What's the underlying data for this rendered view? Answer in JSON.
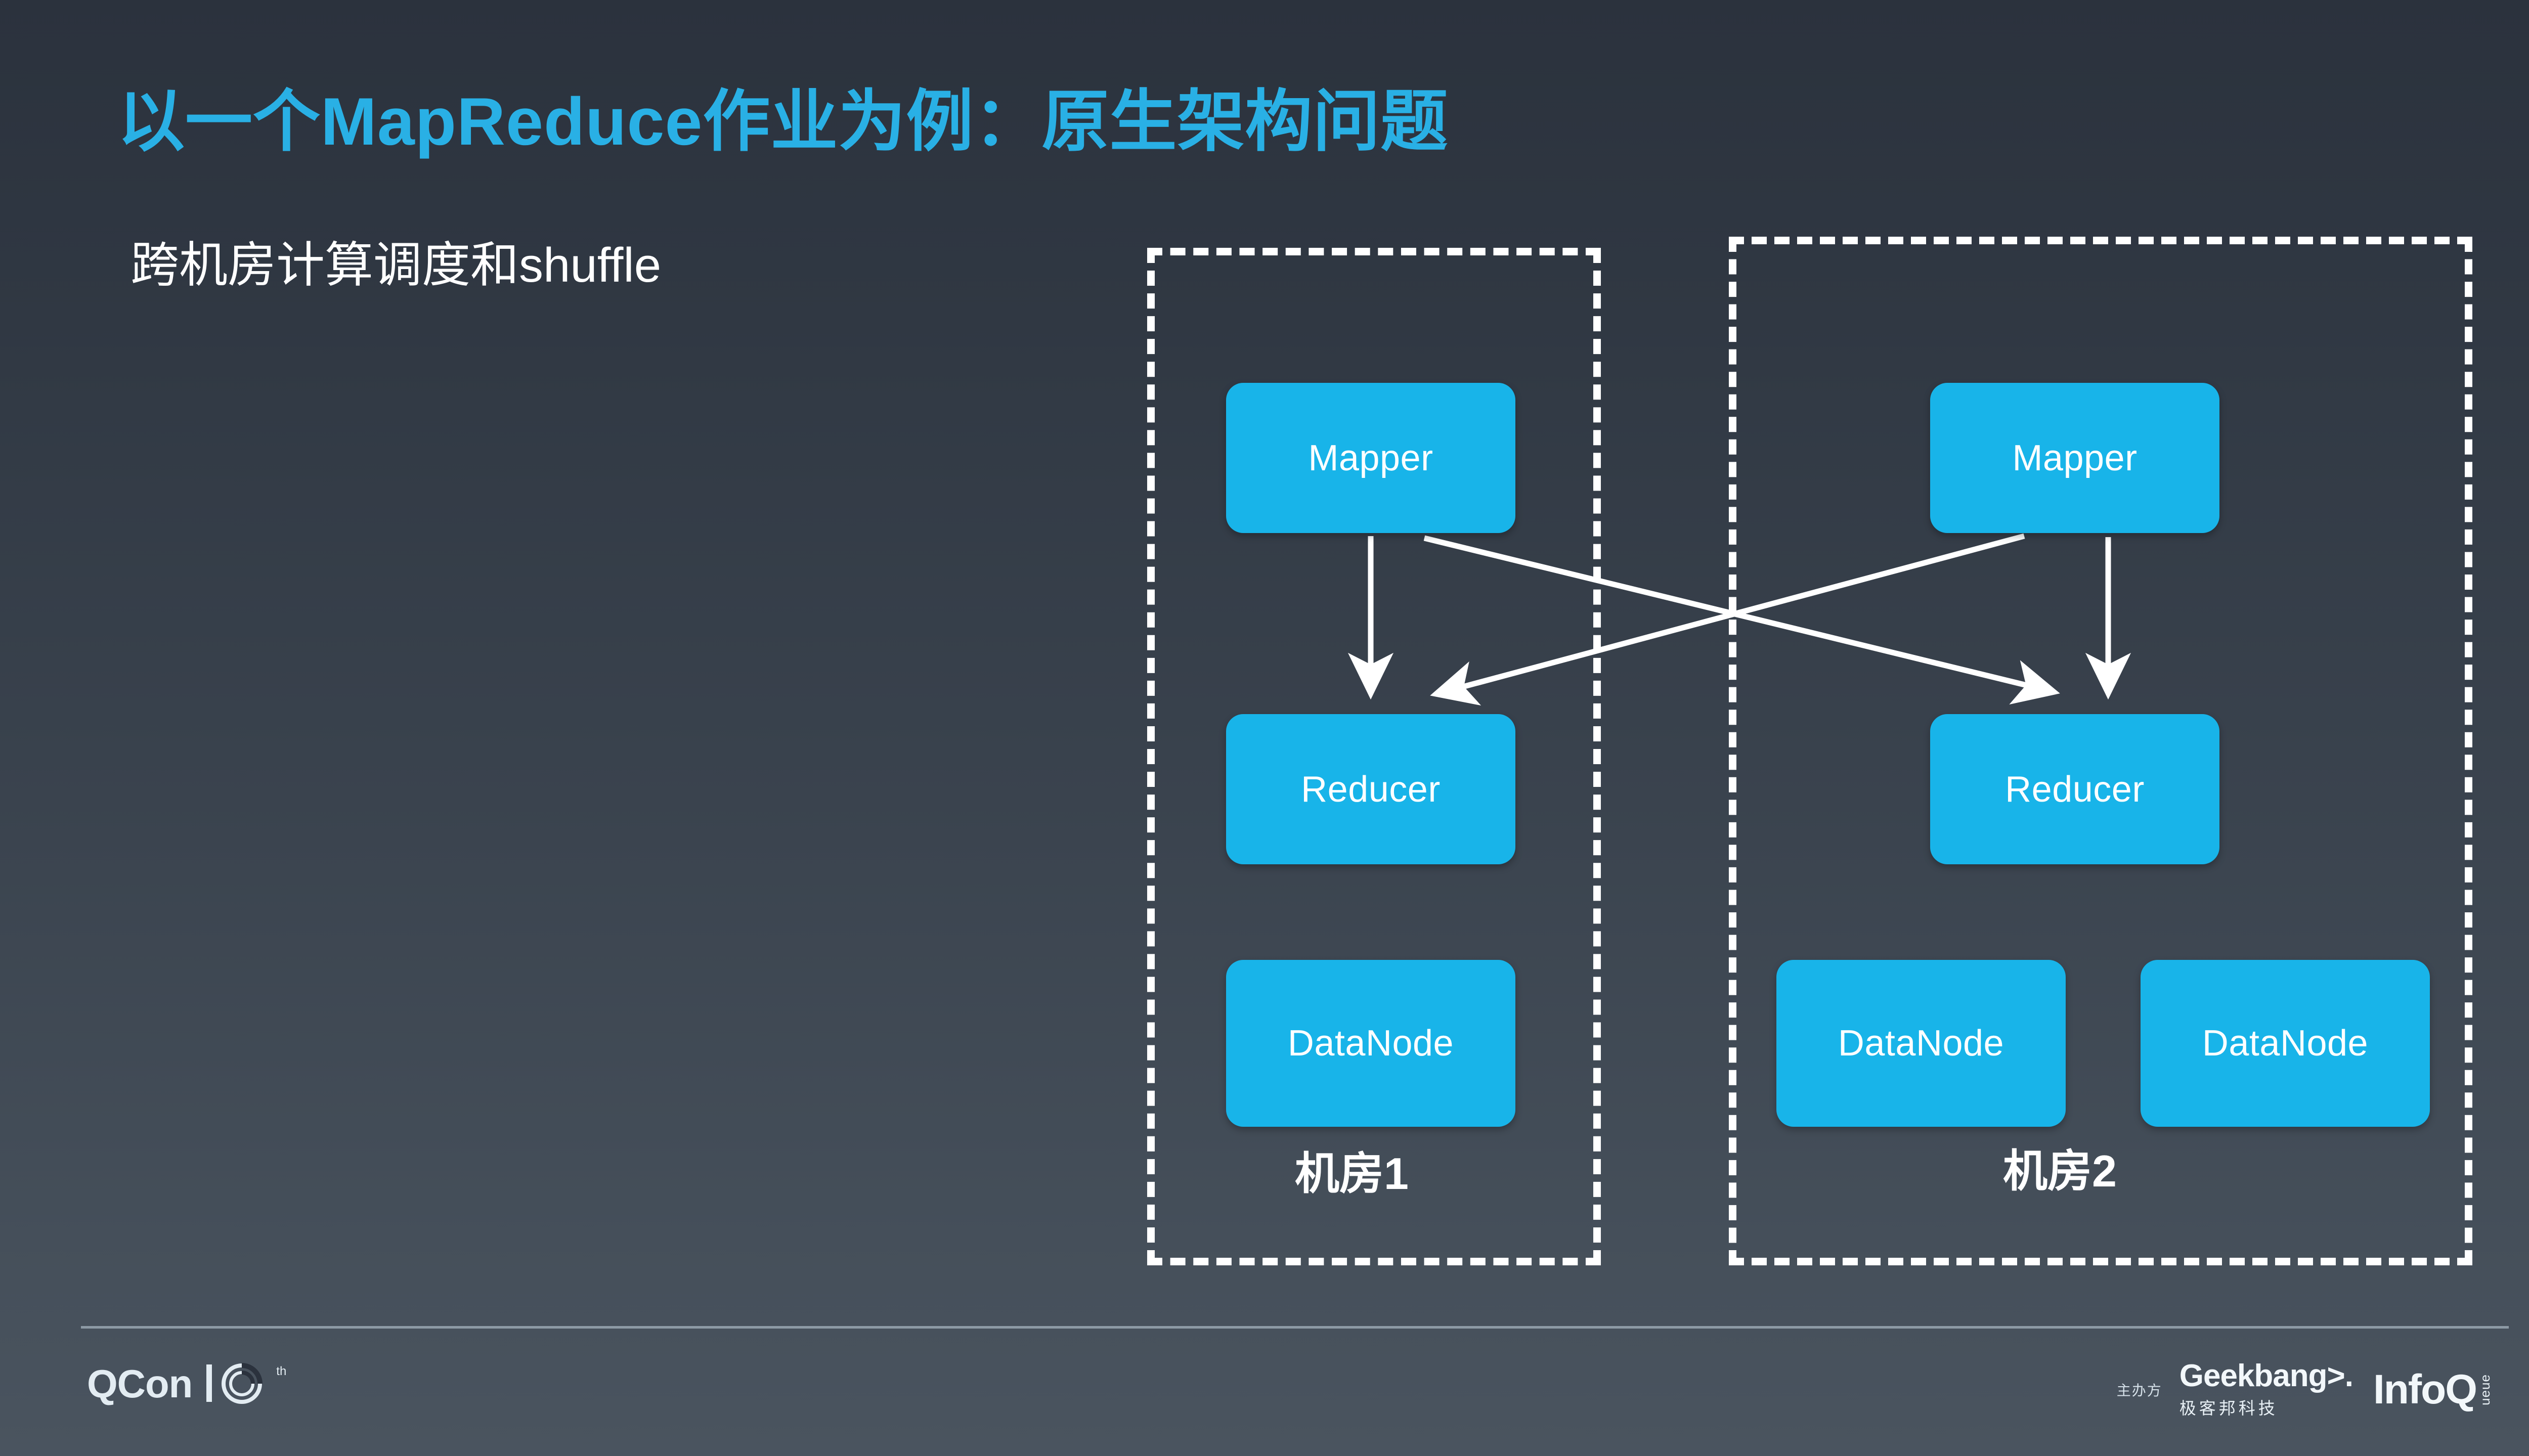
{
  "slide": {
    "title": "以一个MapReduce作业为例：原生架构问题",
    "subtitle": "跨机房计算调度和shuffle",
    "title_color": "#29b0e5",
    "node_color": "#18b4e9",
    "text_color": "#ffffff",
    "background_top": "#2b323d",
    "background_bottom": "#4a545f"
  },
  "diagram": {
    "rooms": [
      {
        "label": "机房1",
        "nodes": [
          {
            "label": "Mapper"
          },
          {
            "label": "Reducer"
          },
          {
            "label": "DataNode"
          }
        ]
      },
      {
        "label": "机房2",
        "nodes": [
          {
            "label": "Mapper"
          },
          {
            "label": "Reducer"
          },
          {
            "label": "DataNode"
          },
          {
            "label": "DataNode"
          }
        ]
      }
    ],
    "edges": [
      {
        "from": "Mapper (机房1)",
        "to": "Reducer (机房1)"
      },
      {
        "from": "Mapper (机房1)",
        "to": "Reducer (机房2)"
      },
      {
        "from": "Mapper (机房2)",
        "to": "Reducer (机房1)"
      },
      {
        "from": "Mapper (机房2)",
        "to": "Reducer (机房2)"
      }
    ]
  },
  "footer": {
    "qcon_word": "QCon",
    "qcon_superscript": "th",
    "sponsor_label": "主办方",
    "geekbang_word": "Geekbang>.",
    "geekbang_cn": "极客邦科技",
    "infoq_word": "InfoQ",
    "infoq_sub": "ueue"
  }
}
